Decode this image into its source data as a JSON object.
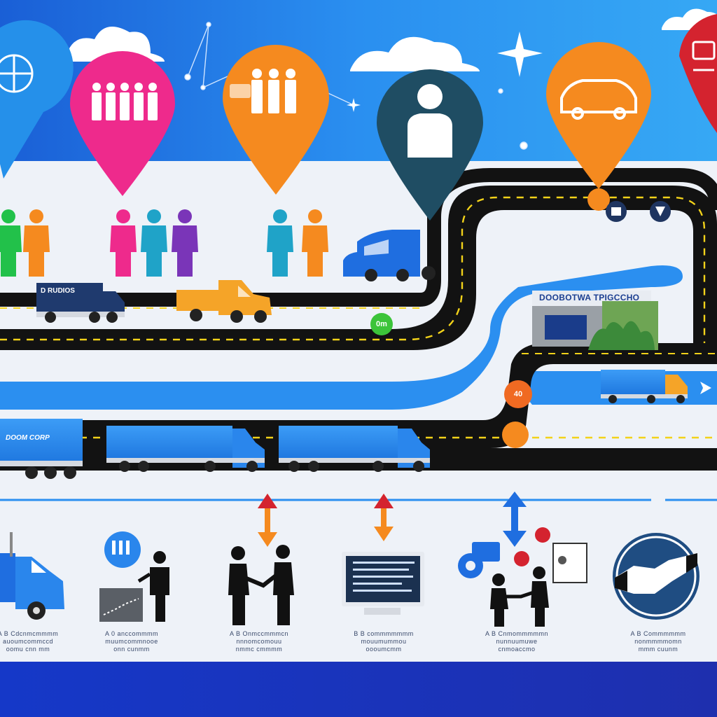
{
  "colors": {
    "sky_top": "#1d7fe0",
    "sky_bottom": "#2f9cf0",
    "road": "#121212",
    "road_line": "#f2d21a",
    "river": "#2b8ff0",
    "pink": "#ee2a8c",
    "orange": "#f58a1f",
    "navy": "#1f4d63",
    "red": "#d4232f",
    "footer": "#1a33c4"
  },
  "pins": [
    {
      "name": "pin-left-partial",
      "color": "#2590ea",
      "icon": "globe-icon"
    },
    {
      "name": "pin-pink",
      "color": "#ee2a8c",
      "icon": "group-icon"
    },
    {
      "name": "pin-orange-group",
      "color": "#f58a1f",
      "icon": "group-icon"
    },
    {
      "name": "pin-navy-person",
      "color": "#1f4d63",
      "icon": "person-icon"
    },
    {
      "name": "pin-orange-car",
      "color": "#f58a1f",
      "icon": "car-icon"
    },
    {
      "name": "pin-red-partial",
      "color": "#d4232f",
      "icon": "truck-icon"
    }
  ],
  "people_colors": [
    "#22c14a",
    "#f58a1f",
    "#ee2a8c",
    "#1fa3c8",
    "#7a35b8",
    "#1fa3c8",
    "#f58a1f"
  ],
  "texts": {
    "building_sign": "DOOBOTWA TPIGCCHO",
    "trailer_logo": "DOOM CORP",
    "box_truck_label": "D RUDIOS",
    "green_badge": "0m",
    "orange_badge": "40"
  },
  "steps": [
    {
      "icon": "truck-icon",
      "caption": "A B Cdcnmcmmmm\nauoumcommccd\noomu cnn mm"
    },
    {
      "icon": "presentation-icon",
      "caption": "A 0 anccommmm\nmuumcommnooe\nonn cunmm"
    },
    {
      "icon": "handshake-people-icon",
      "caption": "A B Onmccmmmcn\nnnnomcomouu\nnmmc cmmmm"
    },
    {
      "icon": "monitor-icon",
      "caption": "B B commmmmmm\nmouumummou\noooumcmm"
    },
    {
      "icon": "gears-people-icon",
      "caption": "A B Cnmommmmmn\nnunnuumuwe\ncnmoaccmo"
    },
    {
      "icon": "handshake-icon",
      "caption": "A B Commmmmm\nnonmmmmomn\nmmm cuunm"
    }
  ]
}
